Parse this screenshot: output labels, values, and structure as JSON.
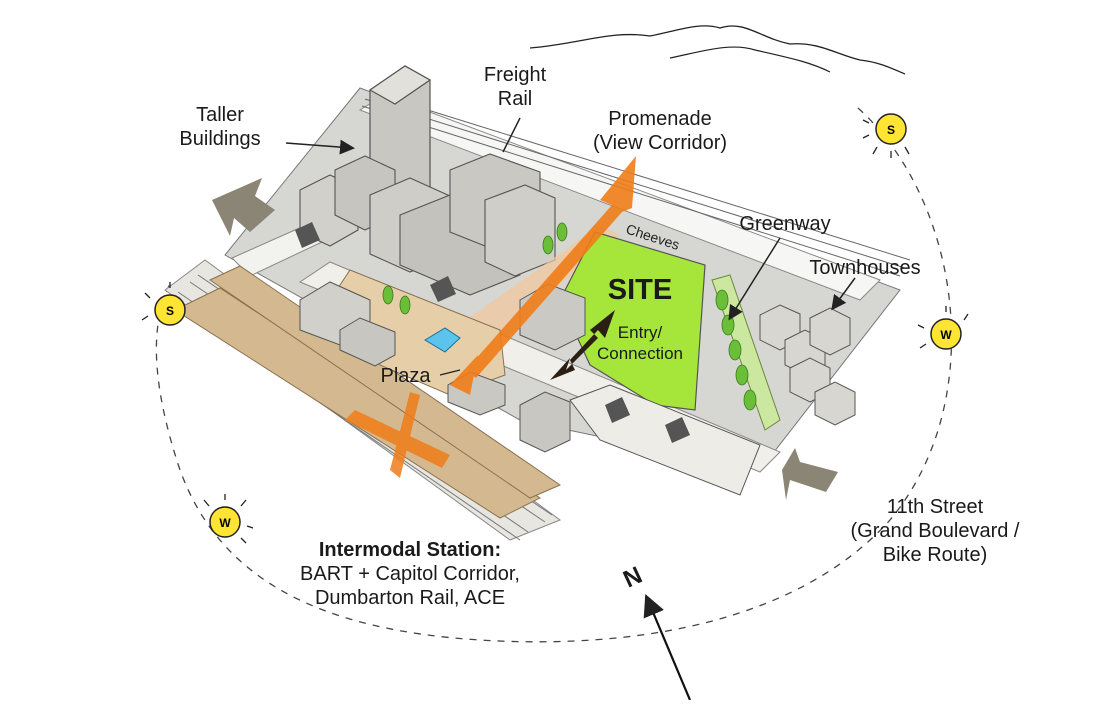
{
  "labels": {
    "taller_buildings": [
      "Taller",
      "Buildings"
    ],
    "freight_rail": [
      "Freight",
      "Rail"
    ],
    "promenade": [
      "Promenade",
      "(View Corridor)"
    ],
    "greenway": "Greenway",
    "townhouses": "Townhouses",
    "cheeves": "Cheeves",
    "site": "SITE",
    "entry": [
      "Entry/",
      "Connection"
    ],
    "plaza": "Plaza",
    "eleventh_street": [
      "11th Street",
      "(Grand Boulevard /",
      "Bike Route)"
    ],
    "station_title": "Intermodal Station:",
    "station_lines": [
      "BART + Capitol Corridor,",
      "Dumbarton Rail, ACE"
    ],
    "north": "N"
  },
  "sun_markers": [
    {
      "id": "top-right",
      "letter": "S"
    },
    {
      "id": "right",
      "letter": "W"
    },
    {
      "id": "left",
      "letter": "S"
    },
    {
      "id": "bottom-left",
      "letter": "W"
    }
  ],
  "colors": {
    "site_green": "#a6e63a",
    "orange": "#f07c18",
    "sun_yellow": "#ffe433",
    "arrow_gray": "#8a8574",
    "water_blue": "#5cc4ec",
    "tan": "#dcc29a"
  }
}
